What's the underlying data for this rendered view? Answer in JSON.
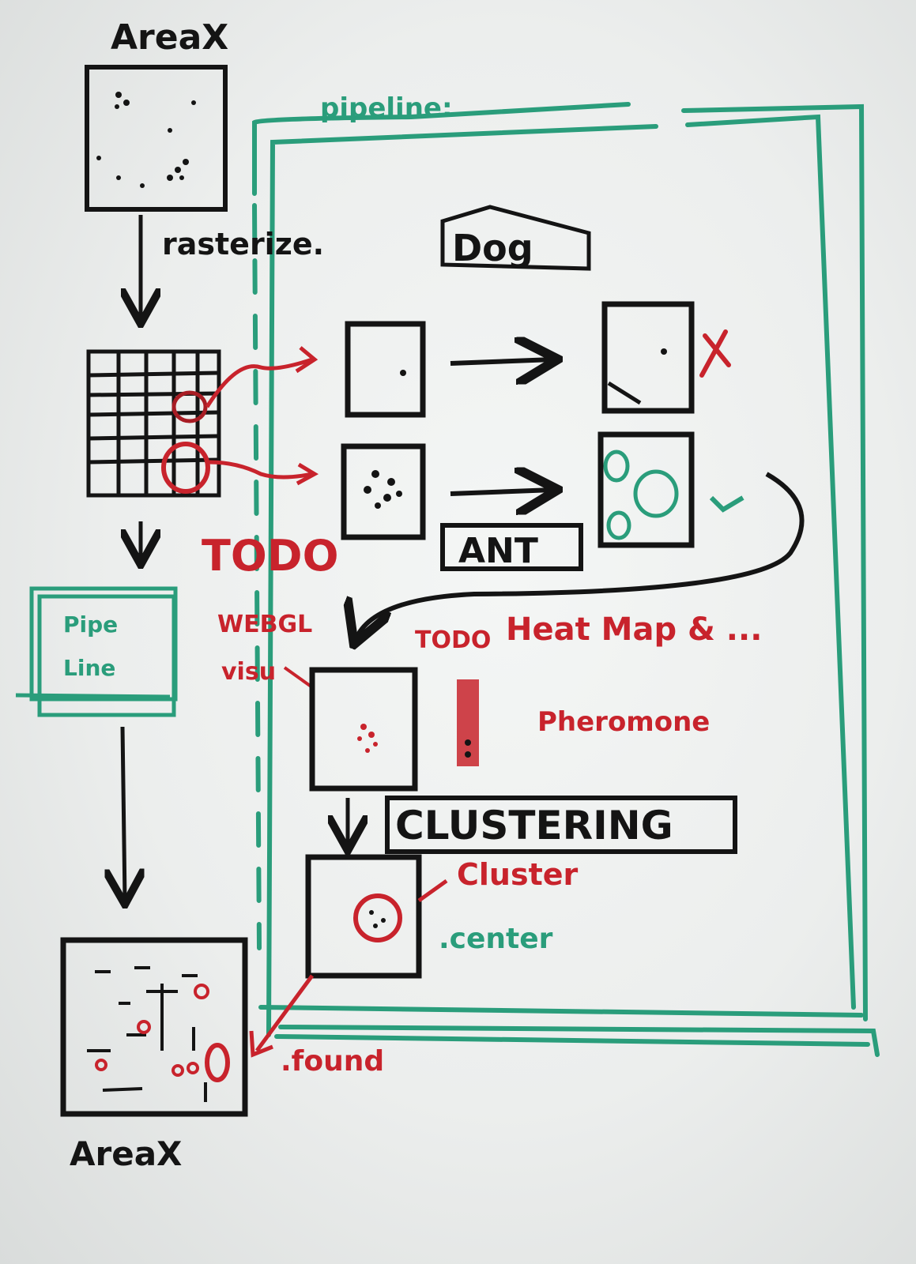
{
  "labels": {
    "area_top": "AreaX",
    "rasterize": "rasterize.",
    "pipeline": "pipeline:",
    "dog": "Dog",
    "ant": "ANT",
    "pipeline_box_line1": "Pipe",
    "pipeline_box_line2": "Line",
    "todo_left": "TODO",
    "webgl": "WEBGL",
    "visu": "visu",
    "todo_right": "TODO",
    "heatmap": "Heat Map & ...",
    "pheromone": "Pheromone",
    "clustering": "CLUSTERING",
    "cluster": "Cluster",
    "center": ".center",
    "found": ".found",
    "area_bottom": "AreaX"
  },
  "colors": {
    "marker_black": "#141414",
    "marker_red": "#c8232c",
    "marker_green": "#2a9d7b",
    "board": "#eceeed"
  },
  "marks": {
    "reject": "x-icon",
    "accept": "check-icon"
  }
}
